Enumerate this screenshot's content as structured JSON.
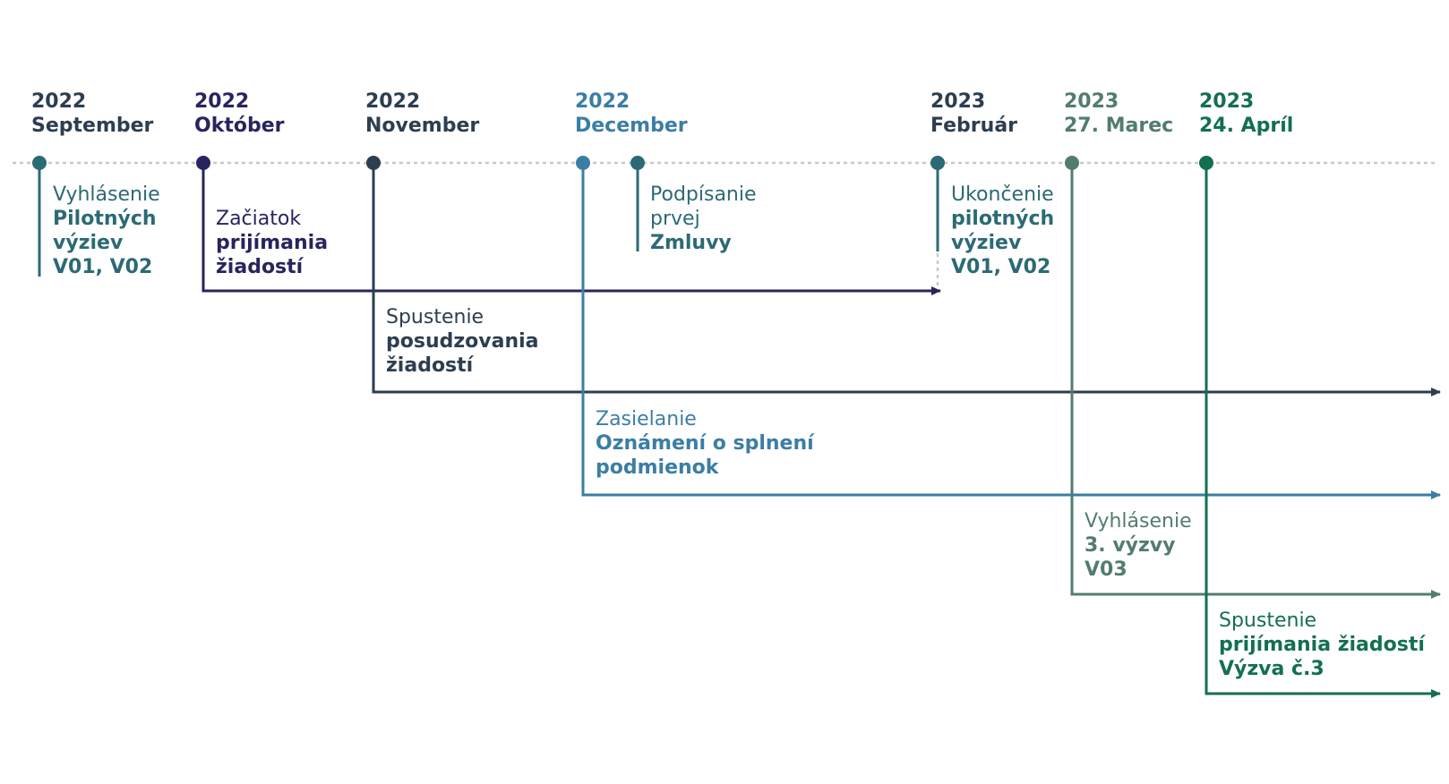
{
  "colors": {
    "c_teal": "#2b6a75",
    "c_navy": "#28245e",
    "c_slate": "#2c3e50",
    "c_blue": "#3b7ea5",
    "c_sage": "#527d6e",
    "c_green": "#13704f",
    "c_dots": "#c9c9c9"
  },
  "headers": [
    {
      "year": "2022",
      "month": "September",
      "color": "c_slate"
    },
    {
      "year": "2022",
      "month": "Október",
      "color": "c_navy"
    },
    {
      "year": "2022",
      "month": "November",
      "color": "c_slate"
    },
    {
      "year": "2022",
      "month": "December",
      "color": "c_blue"
    },
    {
      "year": "2023",
      "month": "Február",
      "color": "c_slate"
    },
    {
      "year": "2023",
      "month": "27. Marec",
      "color": "c_sage"
    },
    {
      "year": "2023",
      "month": "24. Apríl",
      "color": "c_green"
    }
  ],
  "events": [
    {
      "key": "vyhlasenie-pilotnych",
      "color": "c_teal",
      "lines": [
        {
          "text": "Vyhlásenie",
          "bold": false
        },
        {
          "text": "Pilotných",
          "bold": true
        },
        {
          "text": "výziev",
          "bold": true
        },
        {
          "text": "V01, V02",
          "bold": true
        }
      ]
    },
    {
      "key": "zaciatok-prijimania",
      "color": "c_navy",
      "lines": [
        {
          "text": "Začiatok",
          "bold": false
        },
        {
          "text": "prijímania",
          "bold": true
        },
        {
          "text": "žiadostí",
          "bold": true
        }
      ]
    },
    {
      "key": "spustenie-posudzovania",
      "color": "c_slate",
      "lines": [
        {
          "text": "Spustenie",
          "bold": false
        },
        {
          "text": "posudzovania",
          "bold": true
        },
        {
          "text": "žiadostí",
          "bold": true
        }
      ]
    },
    {
      "key": "zasielanie-oznameni",
      "color": "c_blue",
      "lines": [
        {
          "text": "Zasielanie",
          "bold": false
        },
        {
          "text": "Oznámení o splnení",
          "bold": true
        },
        {
          "text": "podmienok",
          "bold": true
        }
      ]
    },
    {
      "key": "podpisanie-zmluvy",
      "color": "c_teal",
      "lines": [
        {
          "text": "Podpísanie",
          "bold": false
        },
        {
          "text": "prvej",
          "bold": false
        },
        {
          "text": "Zmluvy",
          "bold": true
        }
      ]
    },
    {
      "key": "ukoncenie-pilotnych",
      "color": "c_teal",
      "lines": [
        {
          "text": "Ukončenie",
          "bold": false
        },
        {
          "text": "pilotných",
          "bold": true
        },
        {
          "text": "výziev",
          "bold": true
        },
        {
          "text": "V01, V02",
          "bold": true
        }
      ]
    },
    {
      "key": "vyhlasenie-3-vyzvy",
      "color": "c_sage",
      "lines": [
        {
          "text": "Vyhlásenie",
          "bold": false
        },
        {
          "text": "3. výzvy",
          "bold": true
        },
        {
          "text": "V03",
          "bold": true
        }
      ]
    },
    {
      "key": "spustenie-prijimania-v3",
      "color": "c_green",
      "lines": [
        {
          "text": "Spustenie",
          "bold": false
        },
        {
          "text": "prijímania žiadostí",
          "bold": true
        },
        {
          "text": "Výzva č.3",
          "bold": true
        }
      ]
    }
  ]
}
